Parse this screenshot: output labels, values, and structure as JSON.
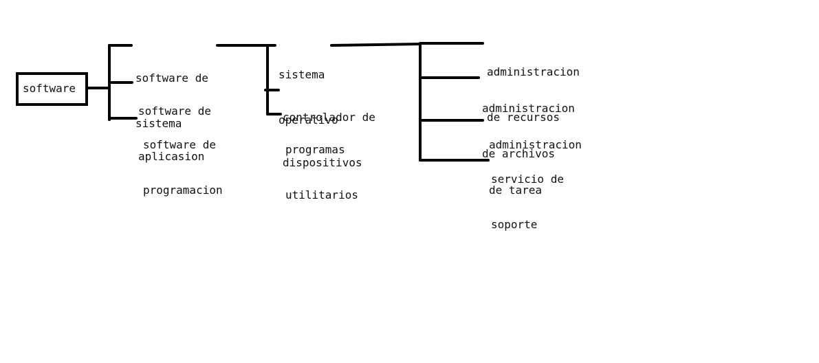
{
  "diagram": {
    "root": {
      "label": "software"
    },
    "level1": [
      {
        "line1": "software de",
        "line2": "sistema"
      },
      {
        "line1": "software de",
        "line2": "aplicasion"
      },
      {
        "line1": "software de",
        "line2": "programacion"
      }
    ],
    "level2": [
      {
        "line1": "sistema",
        "line2": "operativo"
      },
      {
        "line1": "controlador de",
        "line2": "dispositivos"
      },
      {
        "line1": "programas",
        "line2": "utilitarios"
      }
    ],
    "level3": [
      {
        "line1": "administracion",
        "line2": "de recursos"
      },
      {
        "line1": "administracion",
        "line2": "de archivos"
      },
      {
        "line1": "administracion",
        "line2": "de tarea"
      },
      {
        "line1": "servicio de",
        "line2": "soporte"
      }
    ]
  }
}
